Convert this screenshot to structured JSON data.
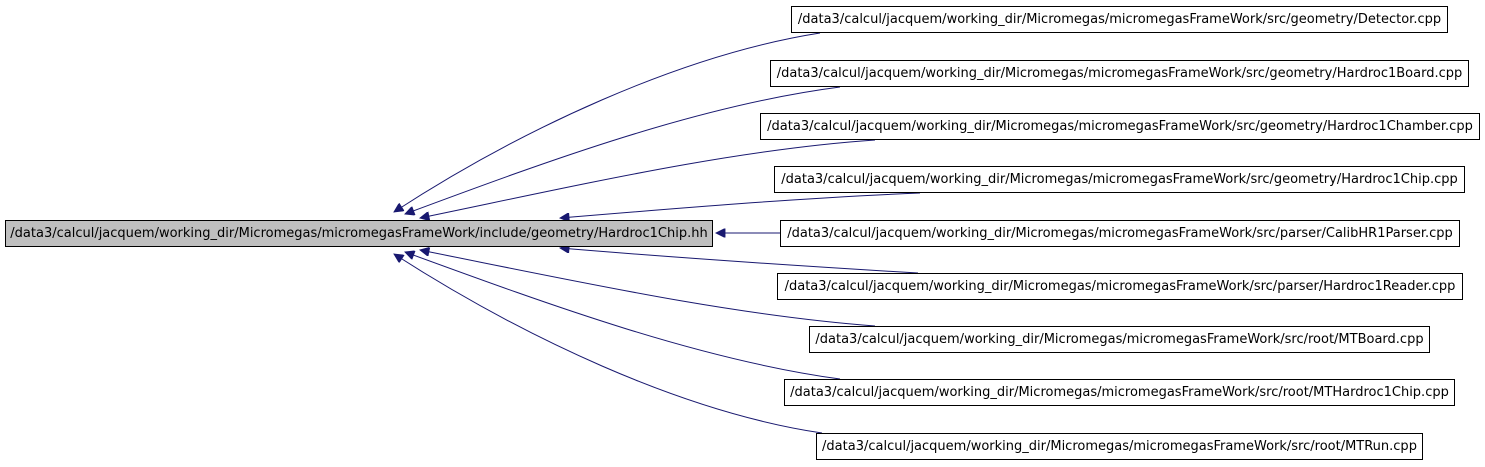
{
  "graph": {
    "root": {
      "label": "/data3/calcul/jacquem/working_dir/Micromegas/micromegasFrameWork/include/geometry/Hardroc1Chip.hh"
    },
    "includers": [
      {
        "label": "/data3/calcul/jacquem/working_dir/Micromegas/micromegasFrameWork/src/geometry/Detector.cpp"
      },
      {
        "label": "/data3/calcul/jacquem/working_dir/Micromegas/micromegasFrameWork/src/geometry/Hardroc1Board.cpp"
      },
      {
        "label": "/data3/calcul/jacquem/working_dir/Micromegas/micromegasFrameWork/src/geometry/Hardroc1Chamber.cpp"
      },
      {
        "label": "/data3/calcul/jacquem/working_dir/Micromegas/micromegasFrameWork/src/geometry/Hardroc1Chip.cpp"
      },
      {
        "label": "/data3/calcul/jacquem/working_dir/Micromegas/micromegasFrameWork/src/parser/CalibHR1Parser.cpp"
      },
      {
        "label": "/data3/calcul/jacquem/working_dir/Micromegas/micromegasFrameWork/src/parser/Hardroc1Reader.cpp"
      },
      {
        "label": "/data3/calcul/jacquem/working_dir/Micromegas/micromegasFrameWork/src/root/MTBoard.cpp"
      },
      {
        "label": "/data3/calcul/jacquem/working_dir/Micromegas/micromegasFrameWork/src/root/MTHardroc1Chip.cpp"
      },
      {
        "label": "/data3/calcul/jacquem/working_dir/Micromegas/micromegasFrameWork/src/root/MTRun.cpp"
      }
    ],
    "colors": {
      "edge": "#191970",
      "root_fill": "#bfbfbf",
      "node_border": "#000000"
    }
  }
}
